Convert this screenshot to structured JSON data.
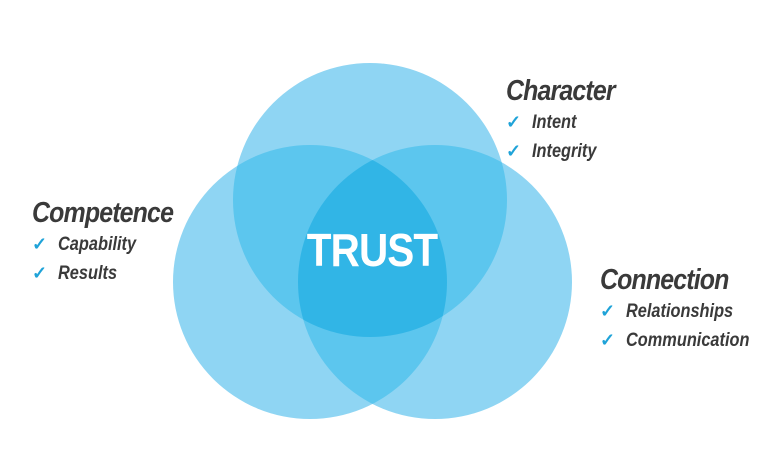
{
  "center_label": "TRUST",
  "colors": {
    "circle_fill": "#8fd5f3",
    "overlap_fill": "#47bde8",
    "center_fill": "#2bb4e6",
    "text": "#3a3a3a",
    "check": "#1fa3d8"
  },
  "groups": [
    {
      "id": "character",
      "title": "Character",
      "items": [
        "Intent",
        "Integrity"
      ]
    },
    {
      "id": "competence",
      "title": "Competence",
      "items": [
        "Capability",
        "Results"
      ]
    },
    {
      "id": "connection",
      "title": "Connection",
      "items": [
        "Relationships",
        "Communication"
      ]
    }
  ],
  "check_icon": "check-icon"
}
